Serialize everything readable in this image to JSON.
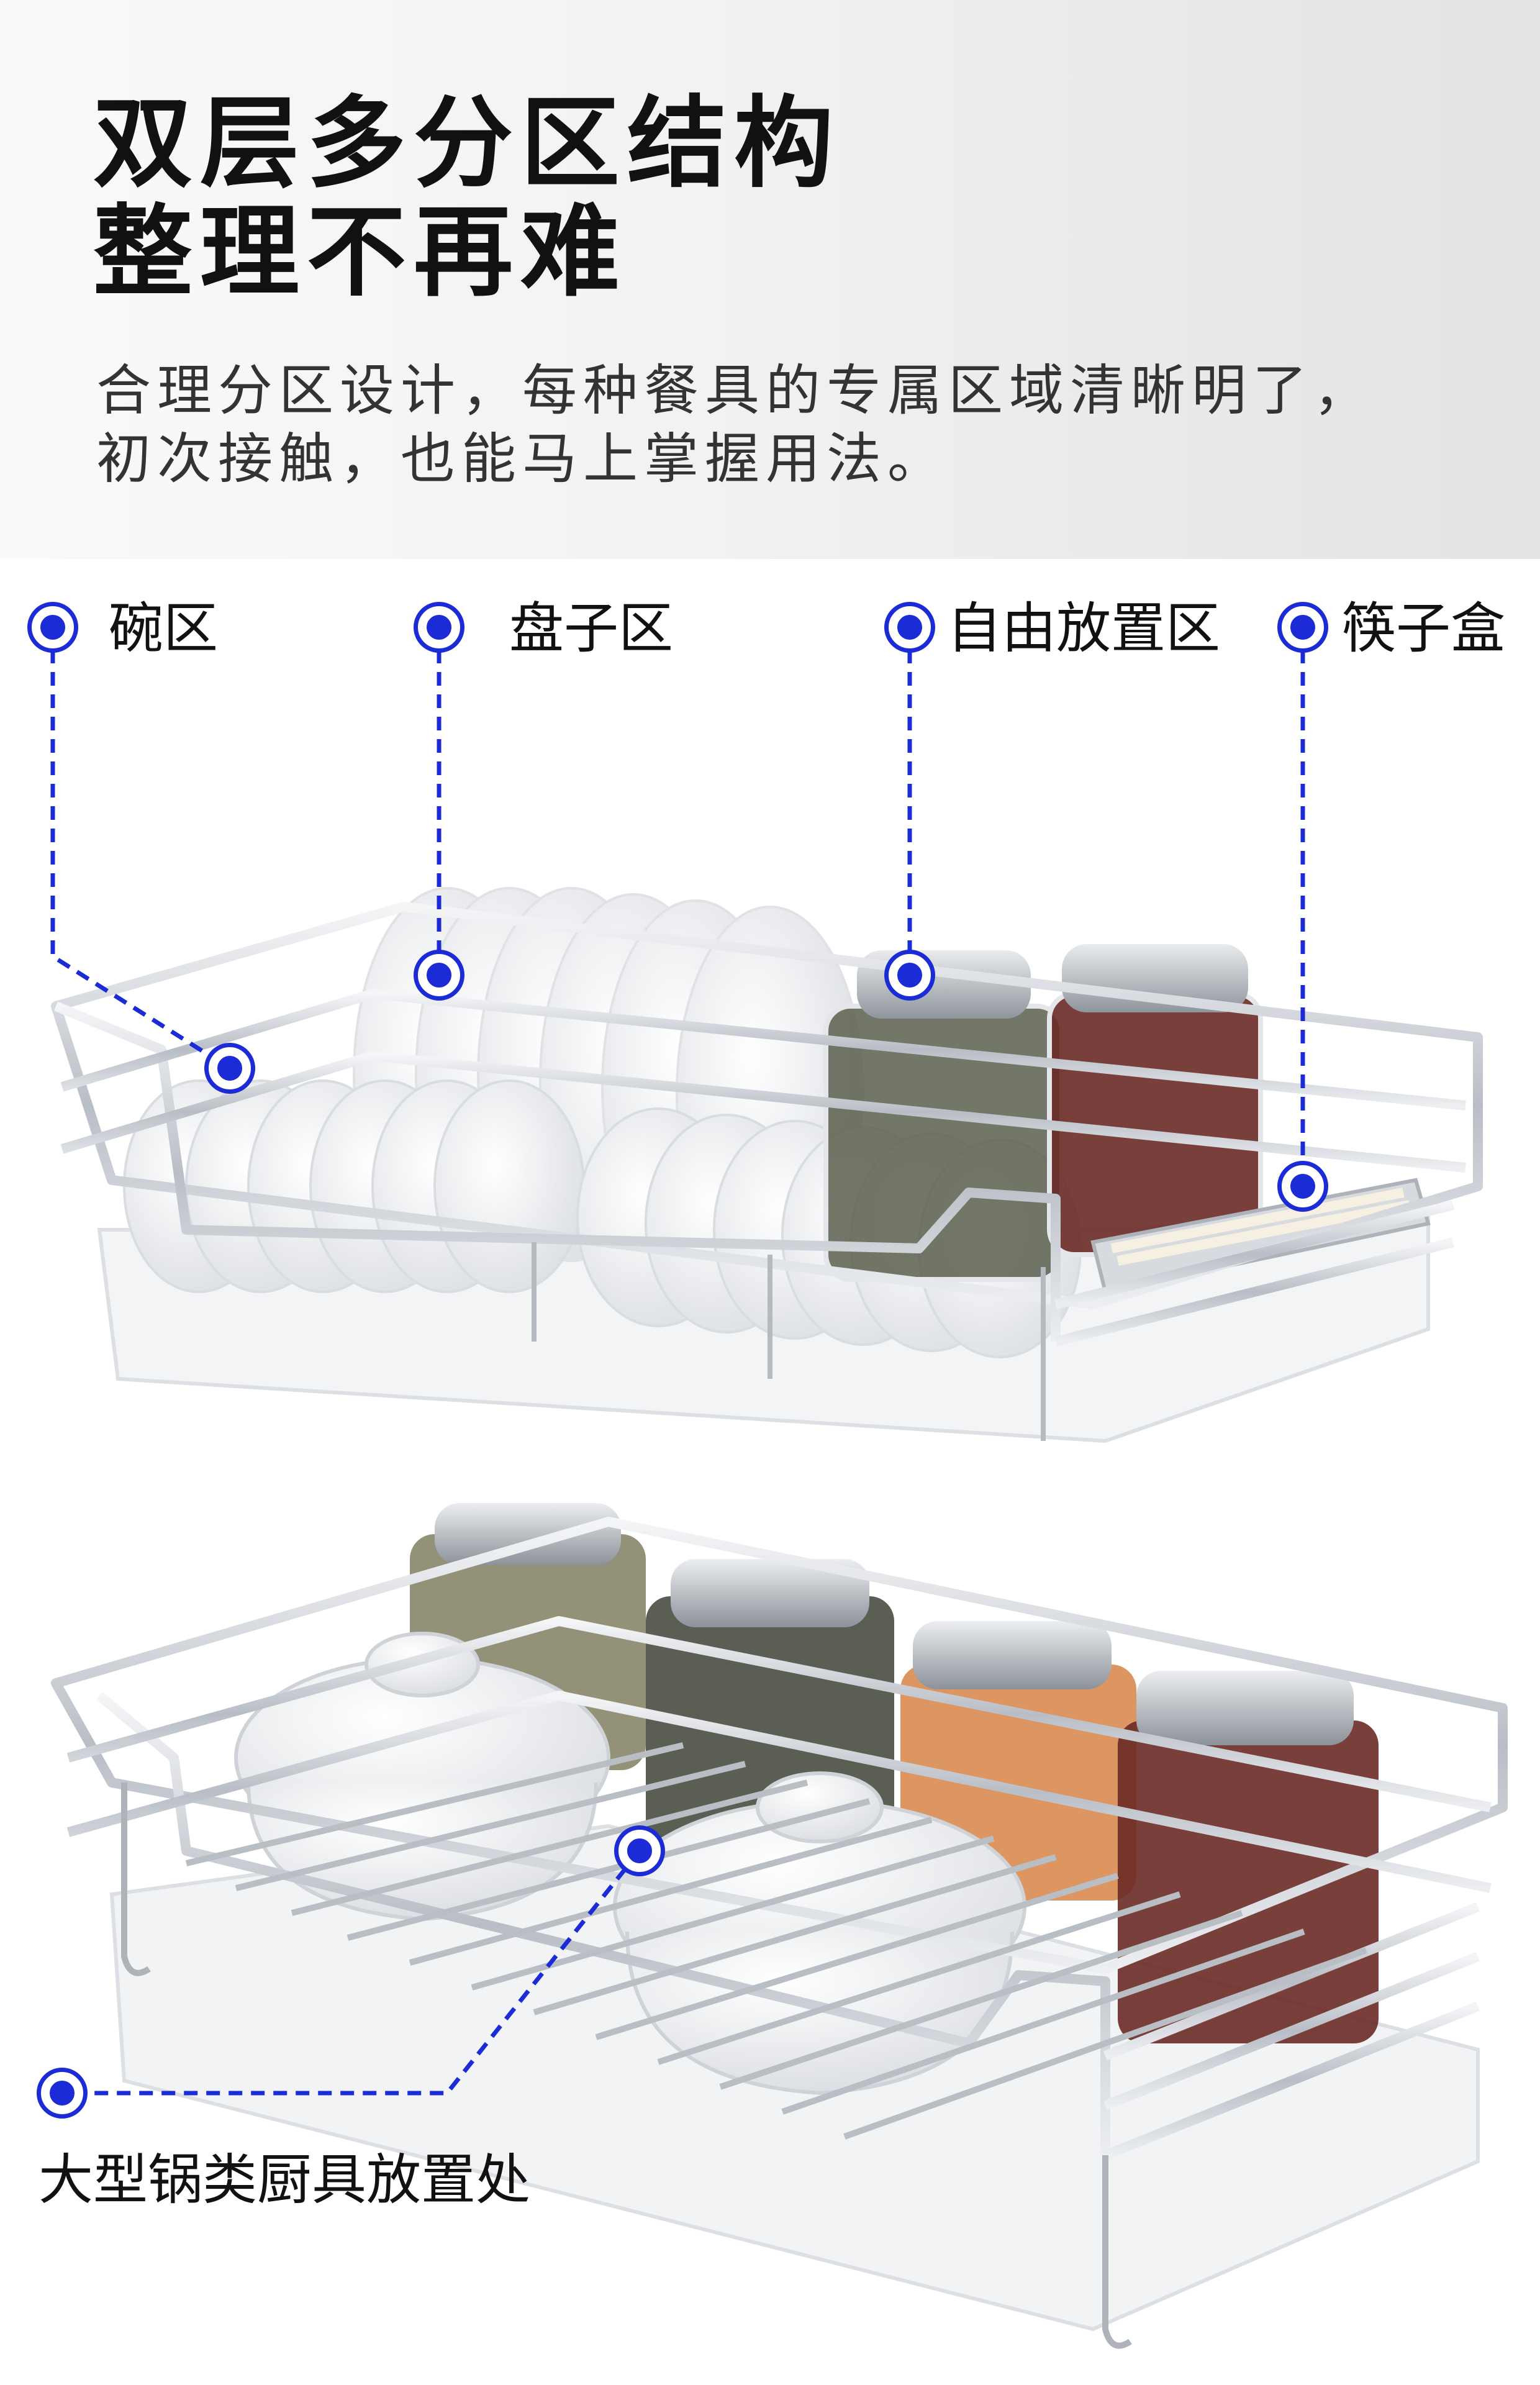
{
  "header": {
    "title_line1": "双层多分区结构",
    "title_line2": "整理不再难",
    "desc_line1": "合理分区设计，每种餐具的专属区域清晰明了，",
    "desc_line2": "初次接触，也能马上掌握用法。"
  },
  "top_basket": {
    "callouts": [
      {
        "label": "碗区",
        "icon": "dot-marker-icon"
      },
      {
        "label": "盘子区",
        "icon": "dot-marker-icon"
      },
      {
        "label": "自由放置区",
        "icon": "dot-marker-icon"
      },
      {
        "label": "筷子盒",
        "icon": "dot-marker-icon"
      }
    ]
  },
  "bottom_basket": {
    "callouts": [
      {
        "label": "大型锅类厨具放置处",
        "icon": "dot-marker-icon"
      }
    ]
  },
  "colors": {
    "accent": "#1b2bd6",
    "title": "#111111",
    "text": "#333333",
    "steel": "#c9ccd1",
    "porcelain": "#f7f7f7"
  }
}
